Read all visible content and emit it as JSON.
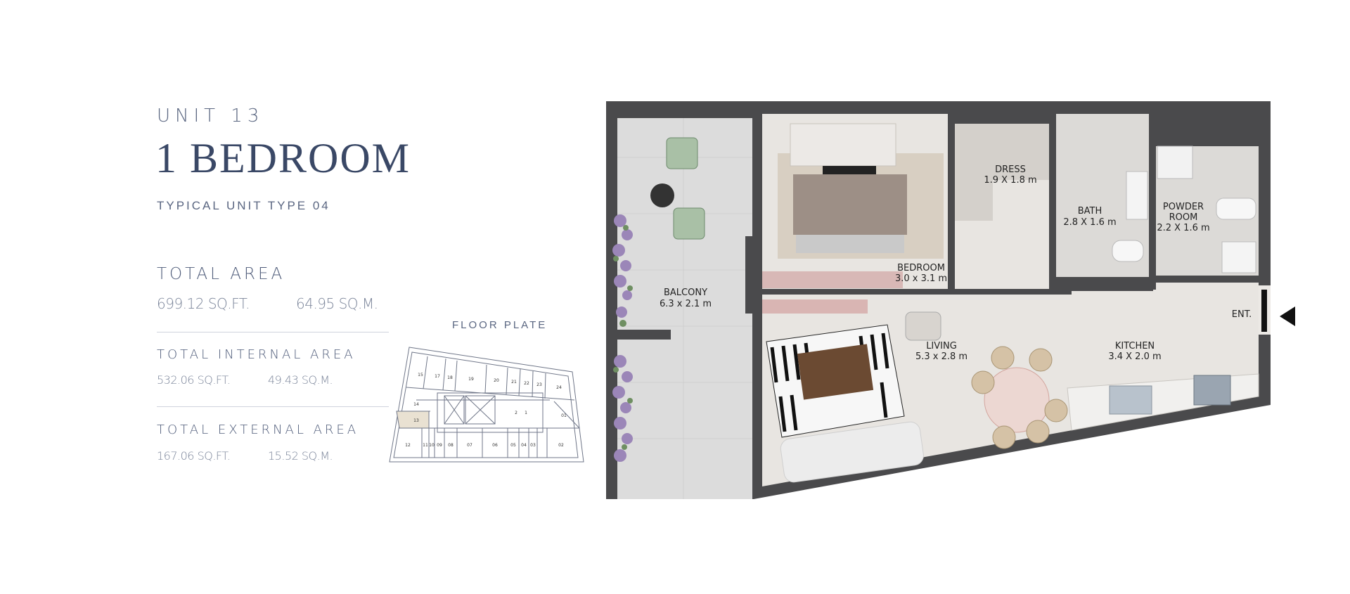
{
  "header": {
    "unit": "UNIT 13",
    "title": "1 BEDROOM",
    "subtitle": "TYPICAL UNIT TYPE 04"
  },
  "areas": {
    "total": {
      "label": "TOTAL AREA",
      "sqft": "699.12 SQ.FT.",
      "sqm": "64.95 SQ.M."
    },
    "internal": {
      "label": "TOTAL INTERNAL AREA",
      "sqft": "532.06 SQ.FT.",
      "sqm": "49.43 SQ.M."
    },
    "external": {
      "label": "TOTAL EXTERNAL AREA",
      "sqft": "167.06 SQ.FT.",
      "sqm": "15.52 SQ.M."
    }
  },
  "floor_plate": {
    "label": "FLOOR PLATE",
    "units_top": [
      "15",
      "17",
      "18",
      "19",
      "20",
      "21",
      "22",
      "23",
      "24"
    ],
    "units_left": [
      "14",
      "13"
    ],
    "units_bottom": [
      "12",
      "11",
      "10",
      "09",
      "08",
      "07",
      "06",
      "05",
      "04",
      "03",
      "02"
    ],
    "units_core": [
      "2",
      "1"
    ],
    "unit_right": "01"
  },
  "rooms": {
    "dress": {
      "name": "DRESS",
      "size": "1.9 X 1.8 m"
    },
    "bath": {
      "name": "BATH",
      "size": "2.8 X 1.6 m"
    },
    "powder": {
      "name": "POWDER",
      "name2": "ROOM",
      "size": "2.2 X 1.6 m"
    },
    "balcony": {
      "name": "BALCONY",
      "size": "6.3 x 2.1 m"
    },
    "bedroom": {
      "name": "BEDROOM",
      "size": "3.0 x 3.1 m"
    },
    "living": {
      "name": "LIVING",
      "size": "5.3 x 2.8 m"
    },
    "kitchen": {
      "name": "KITCHEN",
      "size": "3.4 X 2.0 m"
    },
    "entry": {
      "name": "ENT."
    }
  },
  "colors": {
    "text": "#3d4a66",
    "wall": "#4a4a4c",
    "floor": "#e6e3df",
    "balcony_floor": "#dcdcdc",
    "accent_wood": "#6b4a32"
  }
}
